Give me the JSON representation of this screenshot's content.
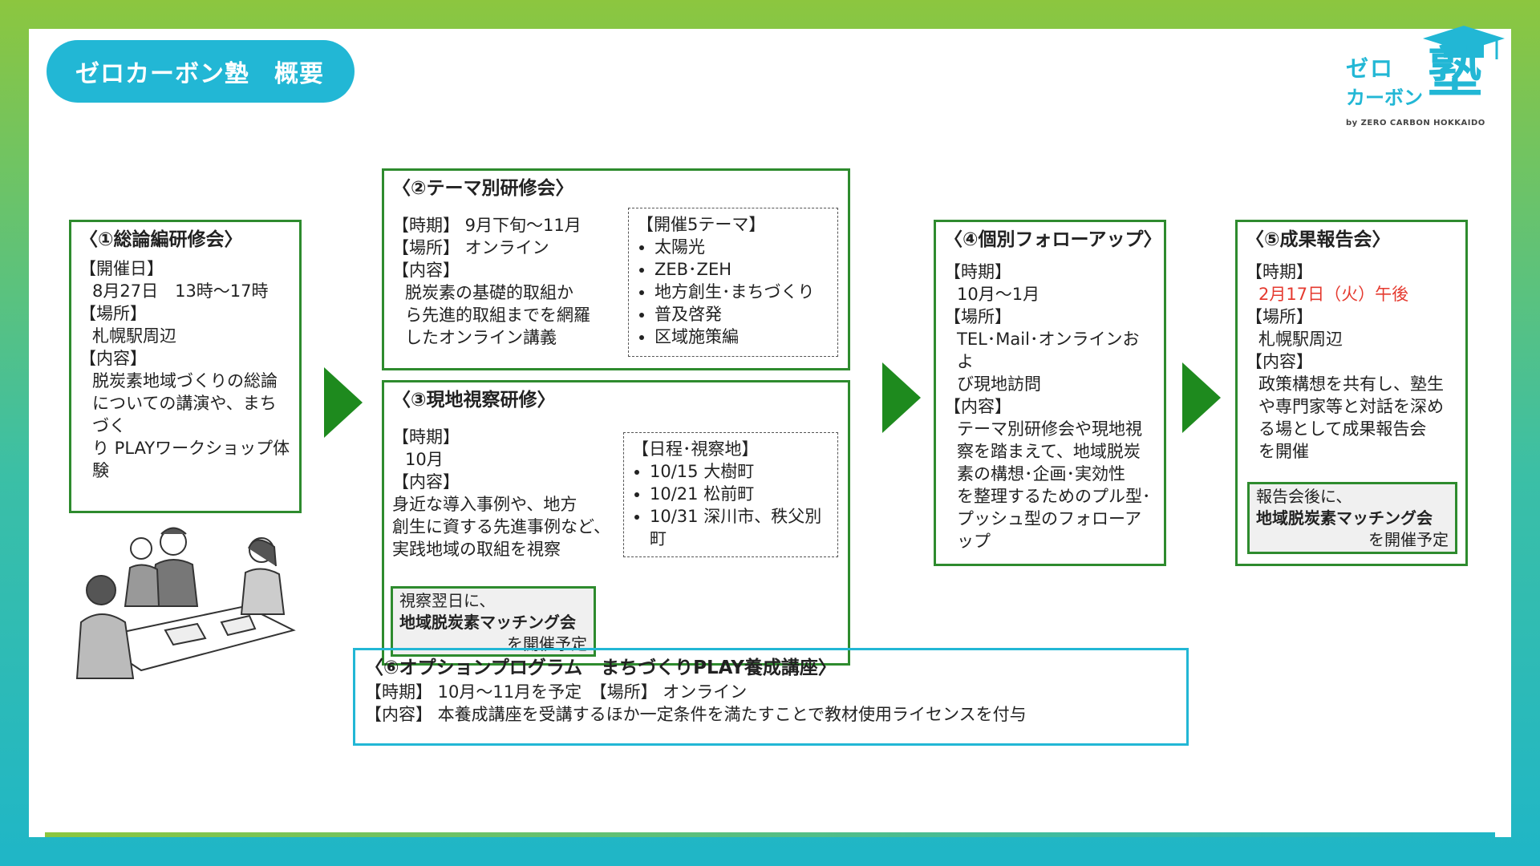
{
  "title": "ゼロカーボン塾　概要",
  "logo": {
    "line1": "ゼロ",
    "line2": "カーボン",
    "kanji": "塾",
    "byline": "by ZERO CARBON HOKKAIDO"
  },
  "box1": {
    "heading": "〈①総論編研修会〉",
    "date_label": "【開催日】",
    "date_value": "8月27日　13時～17時",
    "place_label": "【場所】",
    "place_value": "札幌駅周辺",
    "content_label": "【内容】",
    "content_lines": [
      "脱炭素地域づくりの総論",
      "についての講演や、まちづく",
      "り PLAYワークショップ体験"
    ]
  },
  "box2": {
    "heading": "〈②テーマ別研修会〉",
    "period_line": "【時期】 9月下旬～11月",
    "place_line": "【場所】 オンライン",
    "content_label": "【内容】",
    "content_lines": [
      "脱炭素の基礎的取組か",
      "ら先進的取組までを網羅",
      "したオンライン講義"
    ],
    "themes_title": "【開催5テーマ】",
    "themes": [
      "太陽光",
      "ZEB･ZEH",
      "地方創生･まちづくり",
      "普及啓発",
      "区域施策編"
    ]
  },
  "box3": {
    "heading": "〈③現地視察研修〉",
    "period_label": "【時期】",
    "period_value": "10月",
    "content_label": "【内容】",
    "content_lines": [
      "身近な導入事例や、地方",
      "創生に資する先進事例など、",
      "実践地域の取組を視察"
    ],
    "sites_title": "【日程･視察地】",
    "sites": [
      "10/15 大樹町",
      "10/21 松前町",
      "10/31 深川市、秩父別町"
    ],
    "note": {
      "line1": "視察翌日に、",
      "line2": "地域脱炭素マッチング会",
      "line3": "を開催予定"
    }
  },
  "box4": {
    "heading": "〈④個別フォローアップ〉",
    "period_label": "【時期】",
    "period_value": "10月～1月",
    "place_label": "【場所】",
    "place_lines": [
      "TEL･Mail･オンラインおよ",
      "び現地訪問"
    ],
    "content_label": "【内容】",
    "content_lines": [
      "テーマ別研修会や現地視",
      "察を踏まえて、地域脱炭",
      "素の構想･企画･実効性",
      "を整理するためのプル型･",
      "プッシュ型のフォローアップ"
    ]
  },
  "box5": {
    "heading": "〈⑤成果報告会〉",
    "period_label": "【時期】",
    "period_value": "2月17日（火）午後",
    "place_label": "【場所】",
    "place_value": "札幌駅周辺",
    "content_label": "【内容】",
    "content_lines": [
      "政策構想を共有し、塾生",
      "や専門家等と対話を深め",
      "る場として成果報告会",
      "を開催"
    ],
    "note": {
      "line1": "報告会後に、",
      "line2": "地域脱炭素マッチング会",
      "line3": "を開催予定"
    }
  },
  "option": {
    "heading": "〈⑥オプションプログラム　まちづくりPLAY養成講座〉",
    "line1": "【時期】 10月～11月を予定　【場所】 オンライン",
    "line2": "【内容】 本養成講座を受講するほか一定条件を満たすことで教材使用ライセンスを付与"
  },
  "colors": {
    "accent": "#22b7d5",
    "border_green": "#2e8b2e",
    "arrow_green": "#1e8a1e",
    "highlight_red": "#e53a2f"
  }
}
